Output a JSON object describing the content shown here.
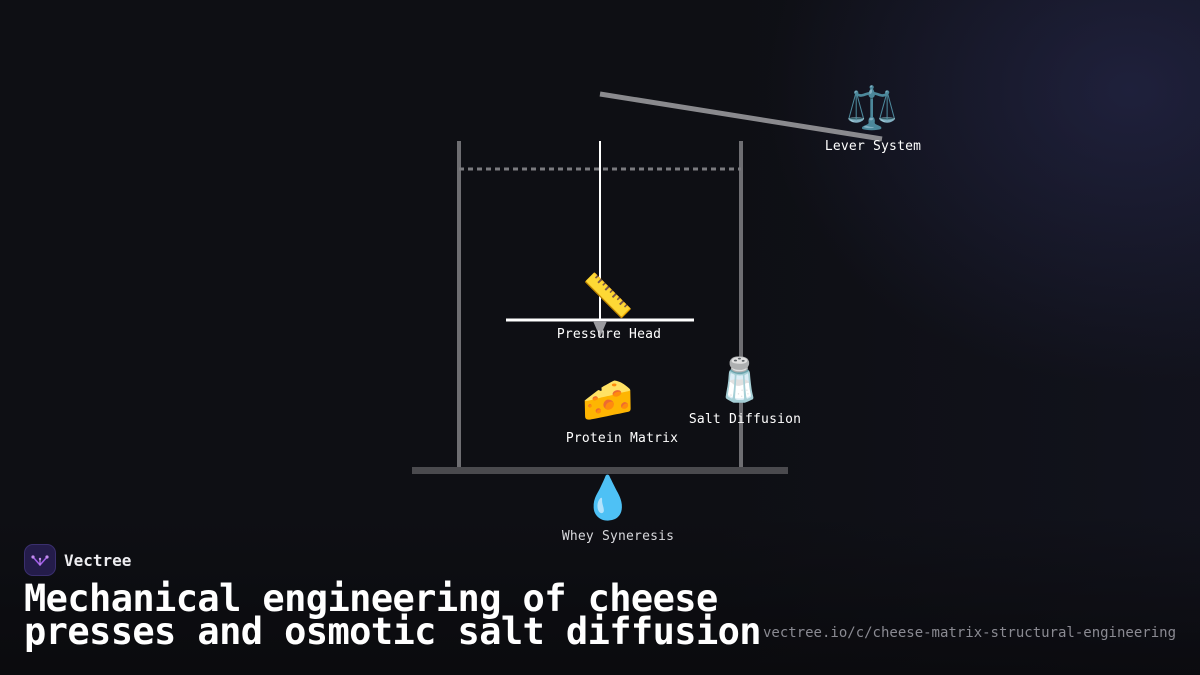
{
  "diagram": {
    "nodes": [
      {
        "id": "lever",
        "icon": "balance-scale-icon",
        "glyph": "⚖️",
        "label": "Lever System"
      },
      {
        "id": "pressure",
        "icon": "ruler-icon",
        "glyph": "📏",
        "label": "Pressure Head"
      },
      {
        "id": "salt",
        "icon": "salt-shaker-icon",
        "glyph": "🧂",
        "label": "Salt Diffusion"
      },
      {
        "id": "matrix",
        "icon": "cheese-icon",
        "glyph": "🧀",
        "label": "Protein Matrix"
      },
      {
        "id": "whey",
        "icon": "droplet-icon",
        "glyph": "💧",
        "label": "Whey Syneresis"
      }
    ]
  },
  "footer": {
    "brand": "Vectree",
    "title": "Mechanical engineering of cheese presses and osmotic salt diffusion",
    "url": "vectree.io/c/cheese-matrix-structural-engineering"
  },
  "colors": {
    "background": "#0e0f14",
    "frame": "#6e6e72",
    "base": "#4a4a4e",
    "white": "#ffffff",
    "brand_bg": "#241c4a",
    "brand_accent": "#a05ce8",
    "url": "#8a8a92"
  }
}
